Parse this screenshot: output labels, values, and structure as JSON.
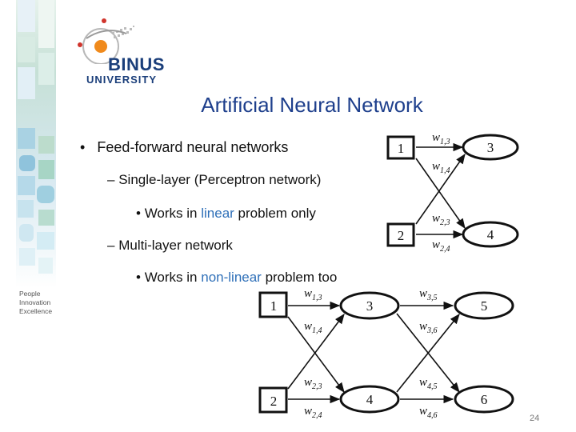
{
  "logo": {
    "name": "BINUS",
    "sub": "UNIVERSITY"
  },
  "tagline": [
    "People",
    "Innovation",
    "Excellence"
  ],
  "title": "Artificial Neural Network",
  "bullets": {
    "b1": {
      "marker": "•",
      "text": "Feed-forward neural networks"
    },
    "b2": {
      "marker": "–",
      "text": "Single-layer (Perceptron network)"
    },
    "b3": {
      "marker": "•",
      "pre": "Works in ",
      "hl": "linear",
      "post": " problem only"
    },
    "b4": {
      "marker": "–",
      "text": "Multi-layer network"
    },
    "b5": {
      "marker": "•",
      "pre": "Works in ",
      "hl": "non-linear",
      "post": " problem too"
    }
  },
  "single_layer": {
    "nodes": [
      "1",
      "2",
      "3",
      "4"
    ],
    "weights": [
      "1,3",
      "1,4",
      "2,3",
      "2,4"
    ]
  },
  "multi_layer": {
    "nodes": [
      "1",
      "2",
      "3",
      "4",
      "5",
      "6"
    ],
    "weights": [
      "1,3",
      "1,4",
      "2,3",
      "2,4",
      "3,5",
      "3,6",
      "4,5",
      "4,6"
    ]
  },
  "weight_symbol": "w",
  "page_number": "24",
  "colors": {
    "title": "#1e3f8c",
    "highlight": "#2e6fb8",
    "logo": "#1a3e7a",
    "accent_orange": "#f08a1c"
  }
}
